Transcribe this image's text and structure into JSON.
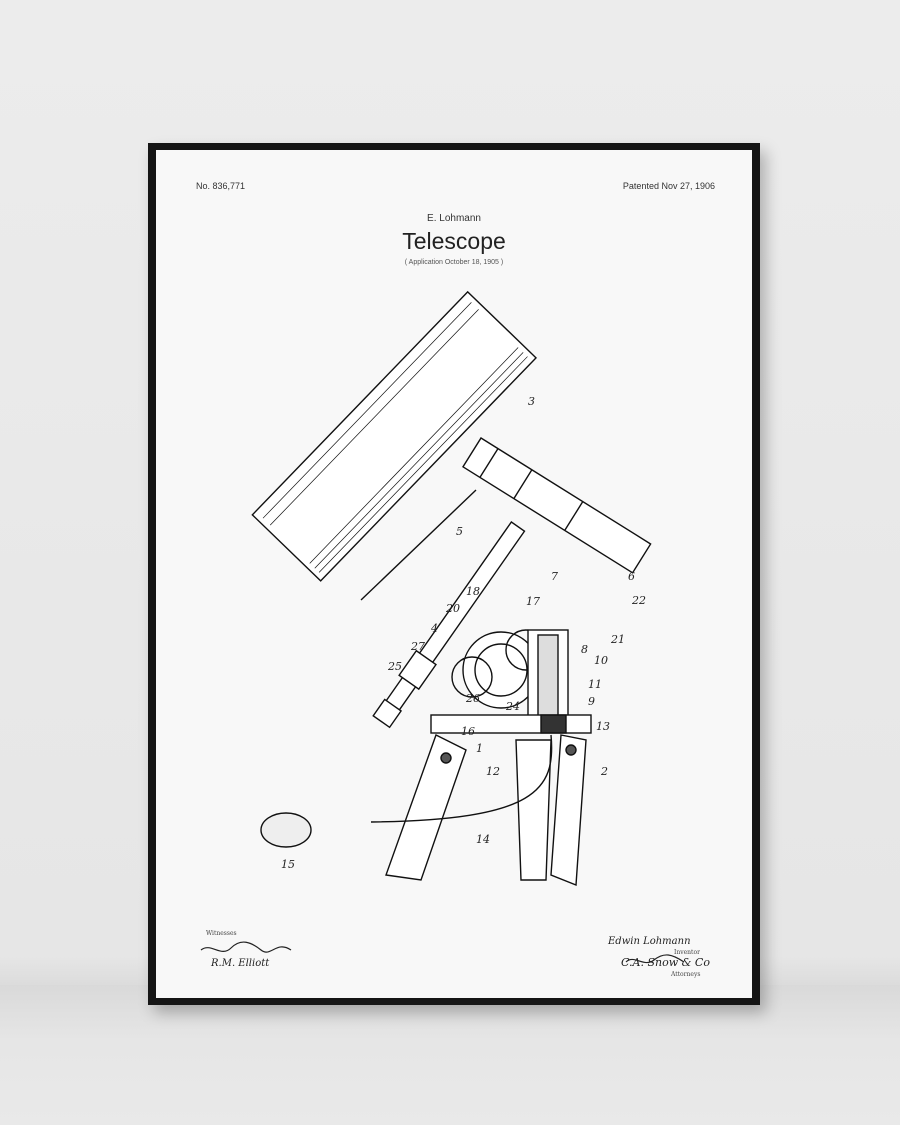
{
  "poster": {
    "patent_number": "No. 836,771",
    "patented_date": "Patented Nov 27, 1906",
    "inventor": "E. Lohmann",
    "title": "Telescope",
    "application": "( Application October 18, 1905 )"
  },
  "drawing_labels": [
    "3",
    "5",
    "6",
    "22",
    "21",
    "8",
    "7",
    "17",
    "18",
    "20",
    "4",
    "27",
    "25",
    "26",
    "24",
    "10",
    "11",
    "9",
    "13",
    "16",
    "1",
    "12",
    "2",
    "14",
    "15"
  ],
  "signatures": {
    "witnesses": [
      "Witnesses",
      "R.M. Elliott"
    ],
    "inventor": [
      "Edwin Lohmann",
      "Inventor",
      "C.A. Snow & Co",
      "Attorneys"
    ]
  }
}
